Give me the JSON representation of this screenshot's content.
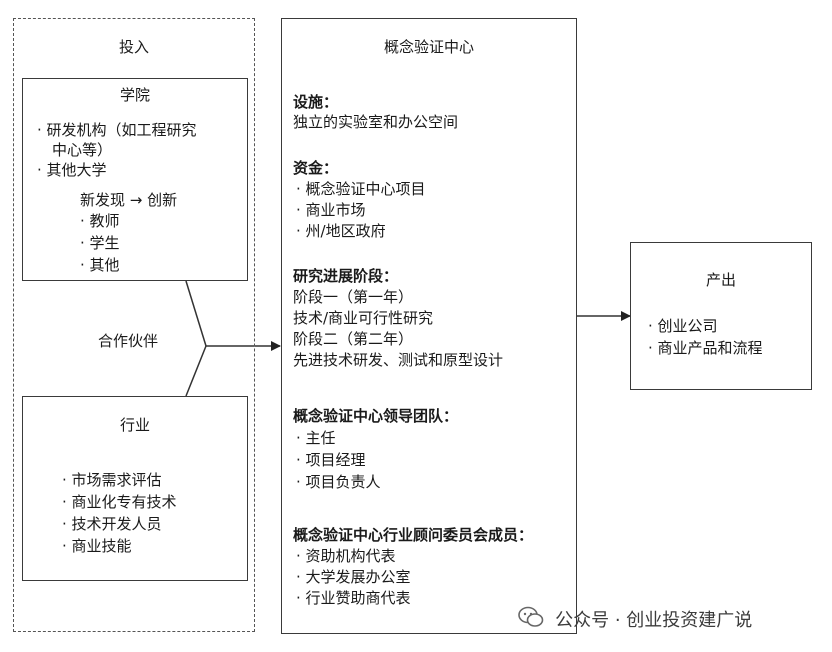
{
  "input": {
    "title": "投入",
    "academy": {
      "title": "学院",
      "line1": "· 研发机构（如工程研究",
      "line2": "中心等）",
      "line3": "· 其他大学",
      "sub_title": "新发现 → 创新",
      "sub_items": [
        "· 教师",
        "· 学生",
        "· 其他"
      ]
    },
    "partner_label": "合作伙伴",
    "industry": {
      "title": "行业",
      "items": [
        "· 市场需求评估",
        "· 商业化专有技术",
        "· 技术开发人员",
        "· 商业技能"
      ]
    }
  },
  "center": {
    "title": "概念验证中心",
    "facilities": {
      "header": "设施：",
      "text": "独立的实验室和办公空间"
    },
    "funding": {
      "header": "资金：",
      "items": [
        "· 概念验证中心项目",
        "· 商业市场",
        "· 州/地区政府"
      ]
    },
    "stages": {
      "header": "研究进展阶段：",
      "lines": [
        "阶段一（第一年）",
        "技术/商业可行性研究",
        "阶段二（第二年）",
        "先进技术研发、测试和原型设计"
      ]
    },
    "leadership": {
      "header": "概念验证中心领导团队：",
      "items": [
        "· 主任",
        "· 项目经理",
        "· 项目负责人"
      ]
    },
    "advisory": {
      "header": "概念验证中心行业顾问委员会成员：",
      "items": [
        "· 资助机构代表",
        "· 大学发展办公室",
        "· 行业赞助商代表"
      ]
    }
  },
  "output": {
    "title": "产出",
    "items": [
      "· 创业公司",
      "· 商业产品和流程"
    ]
  },
  "watermark": "公众号 · 创业投资建广说"
}
